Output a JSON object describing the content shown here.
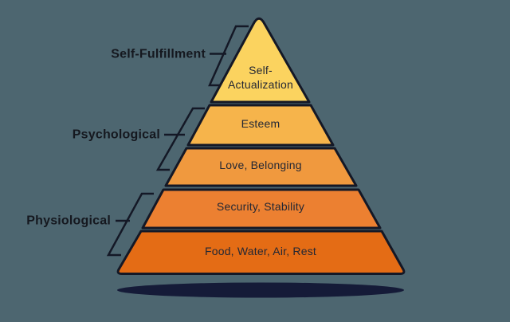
{
  "colors": {
    "background": "#4D6670",
    "outline": "#141826",
    "level_text": "#232734",
    "label_text": "#15181F",
    "shadow": "#151B38"
  },
  "pyramid": {
    "levels": [
      {
        "name": "self-actualization",
        "lines": [
          "Self-",
          "Actualization"
        ],
        "color": "#FBD35F"
      },
      {
        "name": "esteem",
        "lines": [
          "Esteem"
        ],
        "color": "#F6B44B"
      },
      {
        "name": "love-belonging",
        "lines": [
          "Love, Belonging"
        ],
        "color": "#F0993E"
      },
      {
        "name": "security-stability",
        "lines": [
          "Security, Stability"
        ],
        "color": "#EC8031"
      },
      {
        "name": "food-water-air-rest",
        "lines": [
          "Food, Water, Air, Rest"
        ],
        "color": "#E46C15"
      }
    ]
  },
  "side_labels": [
    {
      "name": "self-fulfillment",
      "label": "Self-Fulfillment"
    },
    {
      "name": "psychological",
      "label": "Psychological"
    },
    {
      "name": "physiological",
      "label": "Physiological"
    }
  ]
}
